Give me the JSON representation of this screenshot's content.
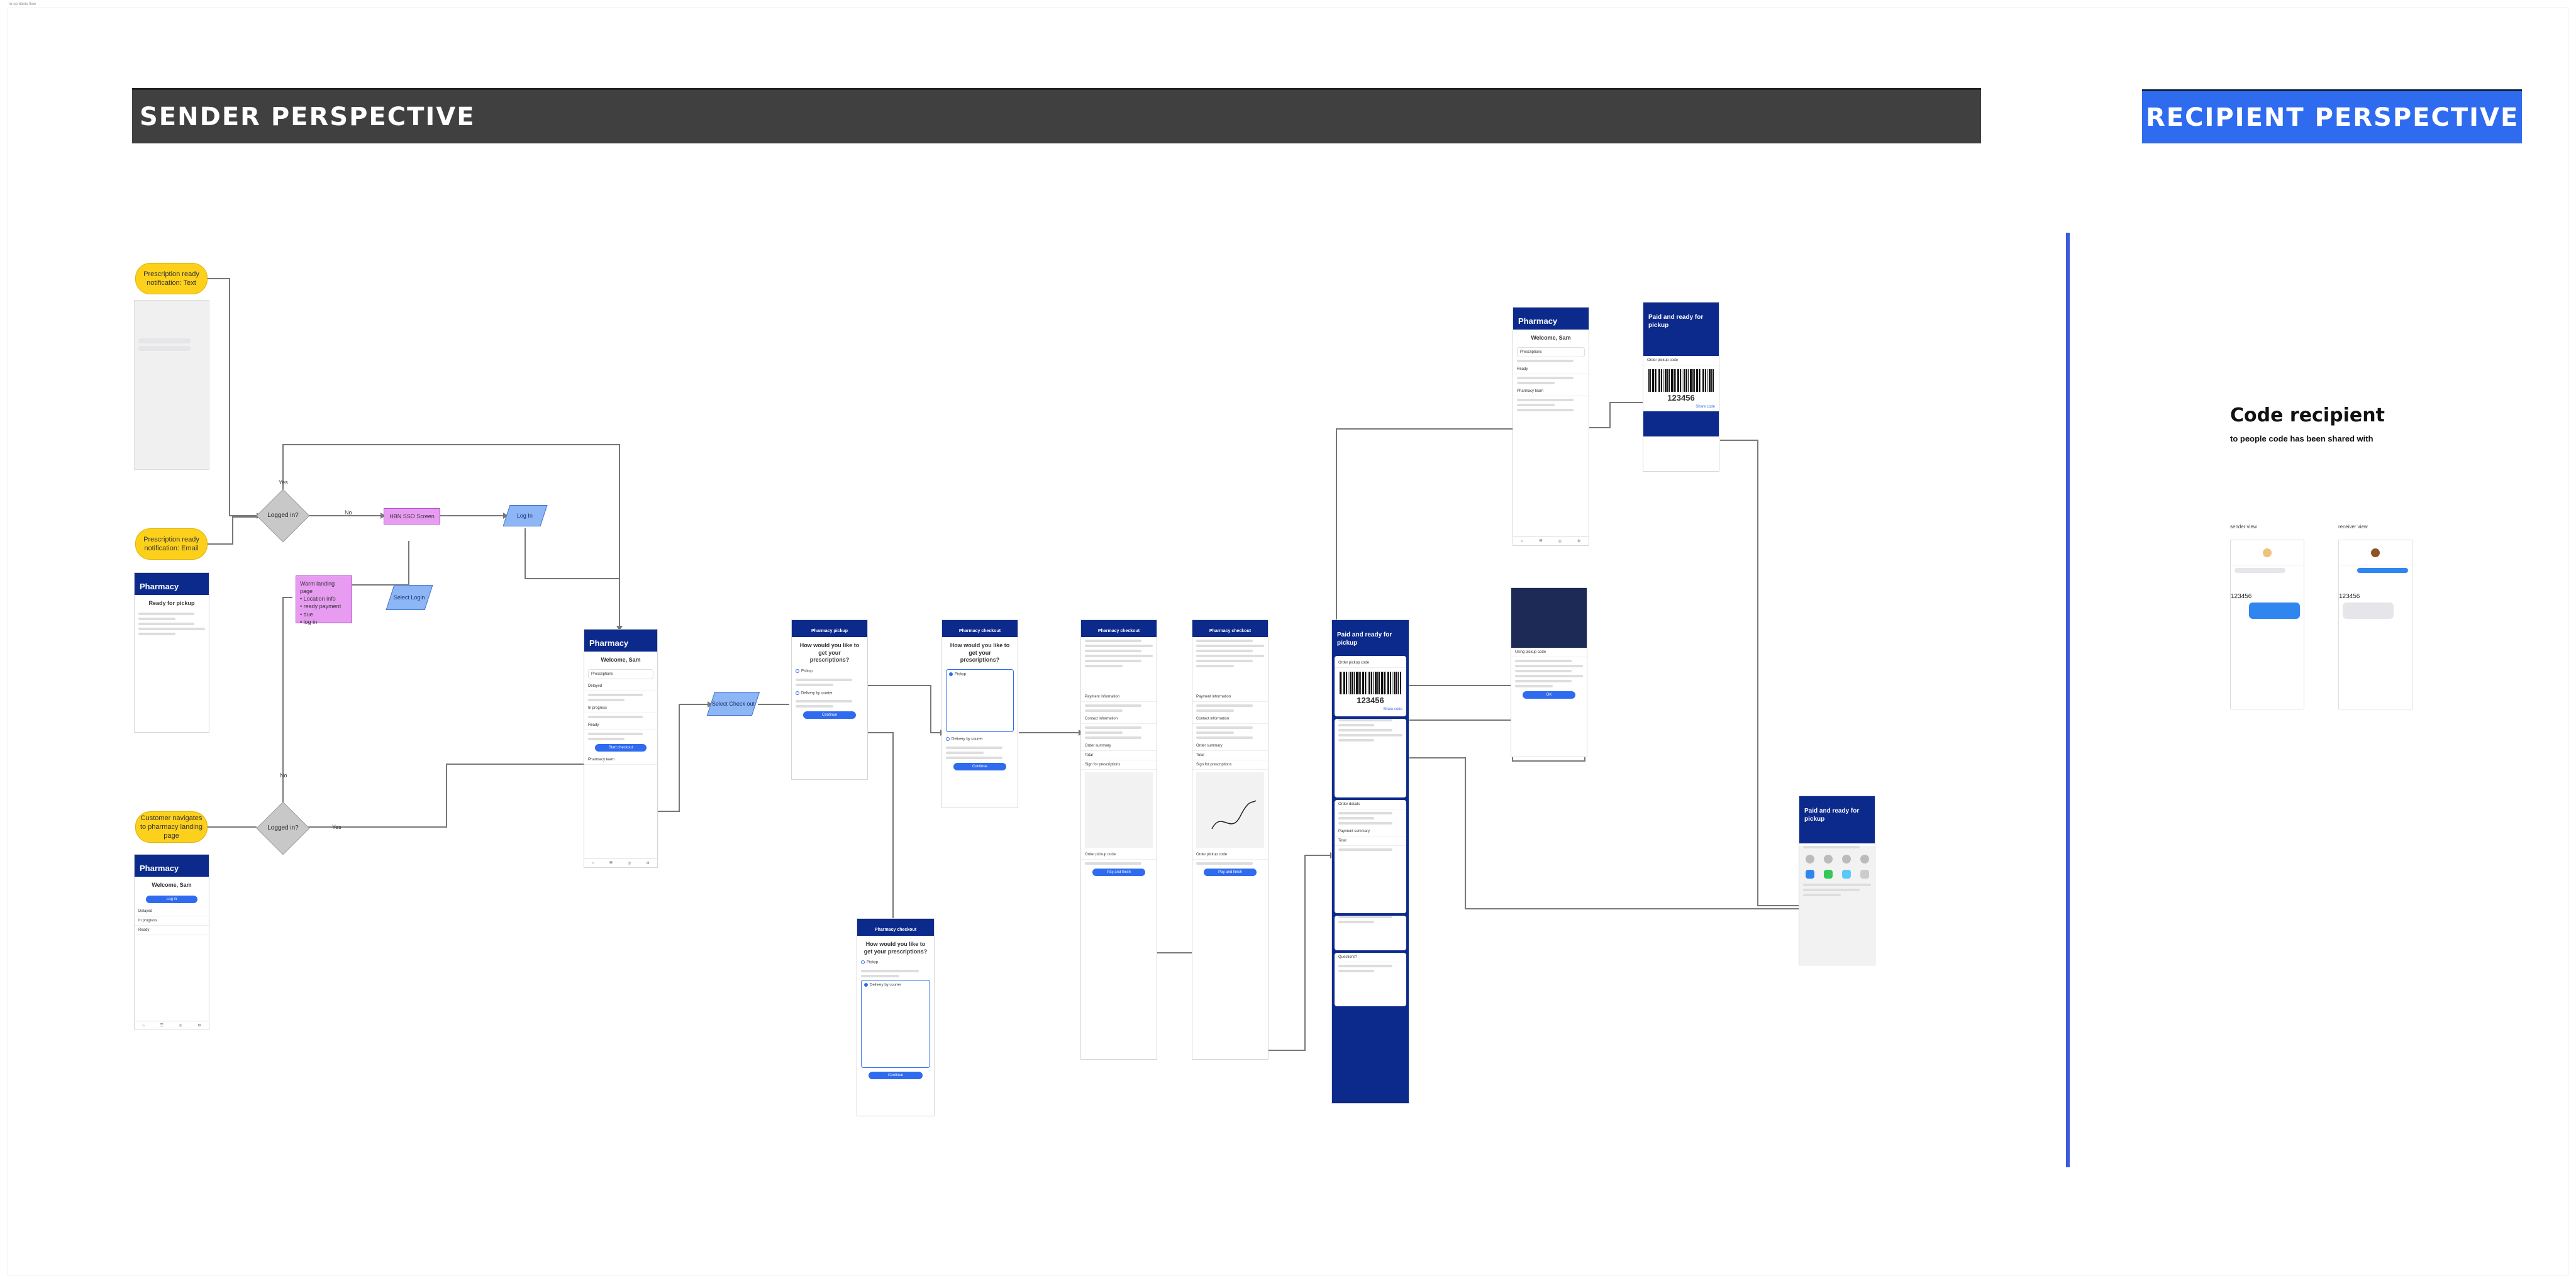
{
  "board": {
    "corner_label": "re-up demo flow"
  },
  "banners": {
    "sender": "SENDER PERSPECTIVE",
    "recipient": "RECIPIENT PERSPECTIVE"
  },
  "flow": {
    "text_notification": "Prescription ready notification: Text",
    "email_notification": "Prescription ready notification: Email",
    "customer_nav": "Customer navigates to pharmacy landing page",
    "logged_in_1": "Logged in?",
    "logged_in_2": "Logged in?",
    "yes_1": "Yes",
    "no_1": "No",
    "yes_2": "Yes",
    "no_2": "No",
    "hbn_screen": "HBN SSO Screen",
    "log_in": "Log In",
    "select_login": "Select Login",
    "select_check_out": "Select Check out",
    "warm_landing_title": "Warm landing page",
    "warm_landing_items": [
      "Location info",
      "ready payment",
      "due",
      "log in"
    ]
  },
  "screens": {
    "pharmacy_logo": "Pharmacy",
    "welcome": "Welcome, Sam",
    "rx_ready": "Prescriptions",
    "ready_for_pickup": "Ready for pickup",
    "delayed": "Delayed",
    "in_progress": "In progress",
    "ready": "Ready",
    "start_checkout": "Start checkout",
    "pharmacy_team": "Pharmacy team",
    "rx_pickup": "Pharmacy pickup",
    "how_get": "How would you like to get your prescriptions?",
    "pickup": "Pickup",
    "delivery": "Delivery by courier",
    "continue": "Continue",
    "pharmacy_checkout": "Pharmacy checkout",
    "payment_info": "Payment information",
    "contact_info": "Contact information",
    "order_summary": "Order summary",
    "total": "Total",
    "sign_rx": "Sign for prescriptions",
    "order_pickup_code": "Order pickup code",
    "pay_now": "Pay and finish",
    "paid_ready": "Paid and ready for pickup",
    "barcode_number": "123456",
    "order_details": "Order details",
    "payment_summary": "Payment summary",
    "questions": "Questions?",
    "share_code": "Share code",
    "welcome_back": "Welcome, Sam",
    "ok": "OK",
    "using_pickup_code": "Using pickup code"
  },
  "recipient": {
    "title": "Code recipient",
    "subtitle": "to people code has been shared with",
    "sender_view": "sender view",
    "receiver_view": "receiver view",
    "code_1": "123456",
    "code_2": "123456"
  }
}
